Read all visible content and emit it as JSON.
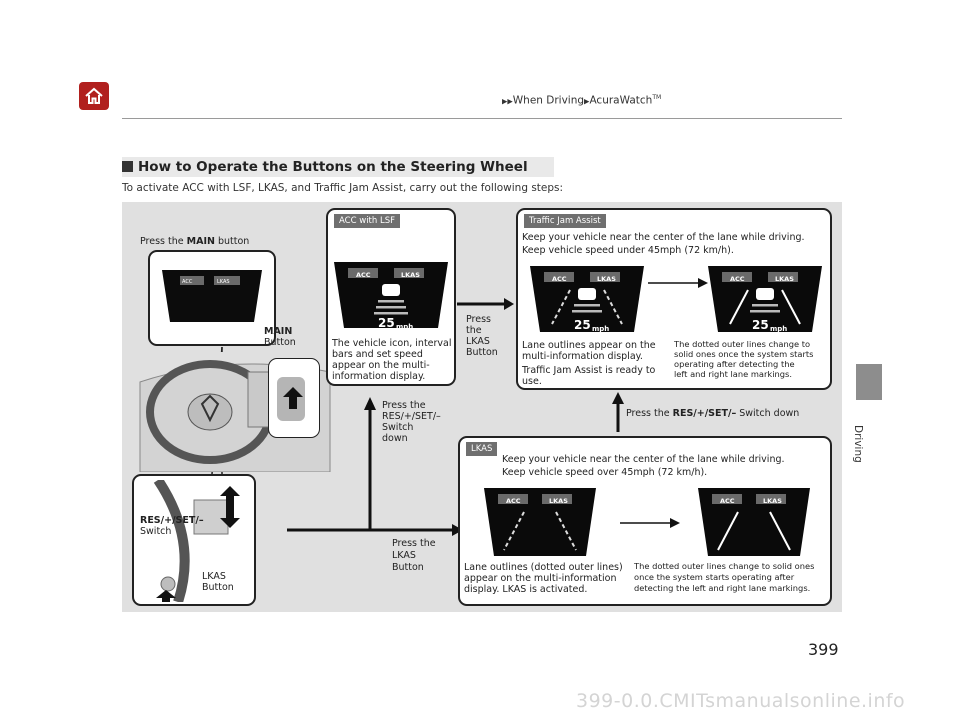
{
  "header": {
    "breadcrumb_prefix": "▶▶",
    "breadcrumb_1": "When Driving",
    "breadcrumb_sep": "▶",
    "breadcrumb_2": "AcuraWatch",
    "breadcrumb_tm": "TM"
  },
  "side": {
    "label": "Driving"
  },
  "section": {
    "title": "How to Operate the Buttons on the Steering Wheel",
    "intro": "To activate ACC with LSF, LKAS, and Traffic Jam Assist, carry out the following steps:"
  },
  "wheel": {
    "press_main_prefix": "Press the ",
    "press_main_bold": "MAIN",
    "press_main_suffix": " button",
    "main_button_l1": "MAIN",
    "main_button_l2": "Button",
    "res_switch_l1": "RES/+/SET/–",
    "res_switch_l2": "Switch",
    "lkas_button_l1": "LKAS",
    "lkas_button_l2": "Button",
    "mini_acc": "ACC",
    "mini_lkas": "LKAS"
  },
  "acc_box": {
    "tag": "ACC with LSF",
    "acc": "ACC",
    "lkas": "LKAS",
    "speed": "25",
    "unit": "mph",
    "desc_l1": "The vehicle icon, interval",
    "desc_l2": "bars and set speed",
    "desc_l3": "appear on the multi-",
    "desc_l4": "information display."
  },
  "flow": {
    "press_lkas_l1": "Press",
    "press_lkas_l2": "the",
    "press_lkas_l3": "LKAS",
    "press_lkas_l4": "Button",
    "press_res_l1": "Press the",
    "press_res_l2": "RES/+/SET/–",
    "press_res_l3": "Switch",
    "press_res_l4": "down",
    "press_lkas2_l1": "Press the",
    "press_lkas2_l2": "LKAS",
    "press_lkas2_l3": "Button",
    "press_res_down_prefix": "Press the ",
    "press_res_down_bold": "RES/+/SET/–",
    "press_res_down_suffix": " Switch down"
  },
  "tja_box": {
    "tag": "Traffic Jam Assist",
    "head_l1": "Keep your vehicle near the center of the lane while driving.",
    "head_l2": "Keep vehicle speed under 45mph (72 km/h).",
    "acc": "ACC",
    "lkas": "LKAS",
    "speed": "25",
    "unit": "mph",
    "desc1_l1": "Lane outlines appear on the",
    "desc1_l2": "multi-information display.",
    "desc1_l3": "Traffic Jam Assist is ready to",
    "desc1_l4": "use.",
    "desc2_l1": "The dotted outer lines change to",
    "desc2_l2": "solid ones once the system starts",
    "desc2_l3": "operating after detecting the",
    "desc2_l4": "left and right lane markings."
  },
  "lkas_box": {
    "tag": "LKAS",
    "head_l1": "Keep your vehicle near the center of the lane while driving.",
    "head_l2": "Keep vehicle speed over 45mph (72 km/h).",
    "acc": "ACC",
    "lkas": "LKAS",
    "desc1_l1": "Lane outlines (dotted outer lines)",
    "desc1_l2": "appear on the multi-information",
    "desc1_l3": "display. LKAS is activated.",
    "desc2_l1": "The dotted outer lines change to solid ones",
    "desc2_l2": "once the system starts operating after",
    "desc2_l3": "detecting the left and right lane markings."
  },
  "footer": {
    "page_number": "399",
    "watermark": "399-0.0.CMITsmanualsonline.info"
  },
  "colors": {
    "home_red": "#b1201e",
    "panel_grey": "#e0e0e0",
    "tag_grey": "#6f6f6f"
  }
}
